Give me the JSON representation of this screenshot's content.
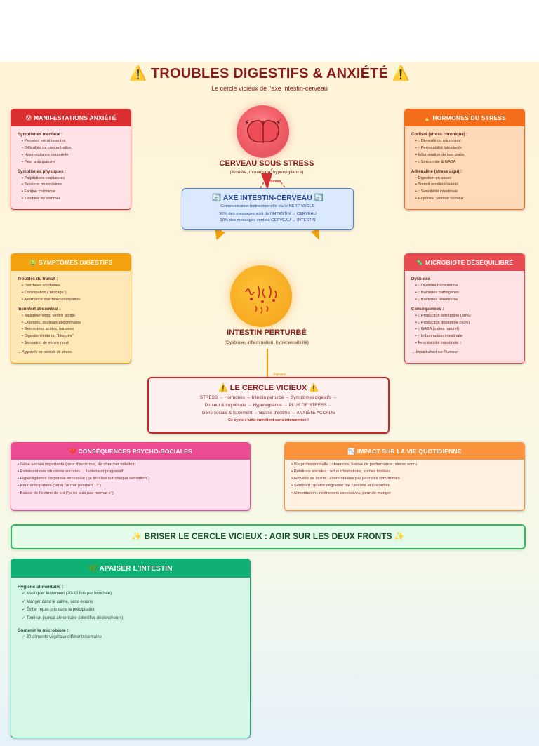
{
  "header": {
    "title": "⚠️ TROUBLES DIGESTIFS & ANXIÉTÉ ⚠️",
    "subtitle": "Le cercle vicieux de l'axe intestin-cerveau"
  },
  "brain": {
    "title": "CERVEAU SOUS STRESS",
    "subtitle": "(Anxiété, inquiétude, hypervigilance)",
    "arrow_label": "Stress"
  },
  "axis": {
    "title": "🔄 AXE INTESTIN-CERVEAU 🔄",
    "line1": "Communication bidirectionnelle via le NERF VAGUE",
    "line2": "90% des messages vont de l'INTESTIN → CERVEAU",
    "line3": "10% des messages vont du CERVEAU → INTESTIN"
  },
  "gut": {
    "title": "INTESTIN PERTURBÉ",
    "subtitle": "(Dysbiose, inflammation, hypersensibilité)",
    "arrow_label": "Signaux"
  },
  "anxiety": {
    "title": "😰 MANIFESTATIONS ANXIÉTÉ",
    "sec1": "Symptômes mentaux :",
    "items1": [
      "Pensées envahissantes",
      "Difficultés de concentration",
      "Hypervigilance corporelle",
      "Peur anticipatoire"
    ],
    "sec2": "Symptômes physiques :",
    "items2": [
      "Palpitations cardiaques",
      "Tensions musculaires",
      "Fatigue chronique",
      "Troubles du sommeil"
    ]
  },
  "hormones": {
    "title": "🔥 HORMONES DU STRESS",
    "sec1": "Cortisol (stress chronique) :",
    "items1": [
      "↓ Diversité du microbiote",
      "↑ Perméabilité intestinale",
      "Inflammation de bas grade",
      "↓ Sérotonine & GABA"
    ],
    "sec2": "Adrénaline (stress aigu) :",
    "items2": [
      "Digestion en pause",
      "Transit accéléré/ralenti",
      "↑ Sensibilité intestinale",
      "Réponse \"combat ou fuite\""
    ]
  },
  "digestive": {
    "title": "🤢 SYMPTÔMES DIGESTIFS",
    "sec1": "Troubles du transit :",
    "items1": [
      "Diarrhées soudaines",
      "Constipation (\"blocage\")",
      "Alternance diarrhée/constipation"
    ],
    "sec2": "Inconfort abdominal :",
    "items2": [
      "Ballonnements, ventre gonflé",
      "Crampes, douleurs abdominales",
      "Remontées acides, nausées",
      "Digestion lente ou \"bloquée\"",
      "Sensation de ventre noué"
    ],
    "note": "→ Aggravés en période de stress"
  },
  "microbiote": {
    "title": "🦠 MICROBIOTE DÉSÉQUILIBRÉ",
    "sec1": "Dysbiose :",
    "items1": [
      "↓ Diversité bactérienne",
      "↑ Bactéries pathogènes",
      "↓ Bactéries bénéfiques"
    ],
    "sec2": "Conséquences :",
    "items2": [
      "↓ Production sérotonine (90%)",
      "↓ Production dopamine (50%)",
      "↓ GABA (calme naturel)",
      "↑ Inflammation intestinale",
      "Perméabilité intestinale ↑"
    ],
    "note": "→ Impact direct sur l'humeur"
  },
  "vicious": {
    "title": "⚠️ LE CERCLE VICIEUX ⚠️",
    "line1": "STRESS → Hormones → Intestin perturbé → Symptômes digestifs →",
    "line2": "Douleur & Inquiétude → Hypervigilance → PLUS DE STRESS →",
    "line3": "Gêne sociale & Isolement → Baisse d'estime → ANXIÉTÉ ACCRUE",
    "caption": "Ce cycle s'auto-entretient sans intervention !"
  },
  "psycho": {
    "title": "💔 CONSÉQUENCES PSYCHO-SOCIALES",
    "items": [
      "Gêne sociale importante (peur d'avoir mal, de chercher toilettes)",
      "Évitement des situations sociales → Isolement progressif",
      "Hypervigilance corporelle excessive (\"je focalise sur chaque sensation\")",
      "Peur anticipatoire (\"et si j'ai mal pendant...?\")",
      "Baisse de l'estime de soi (\"je ne suis pas normal·e\")"
    ]
  },
  "daily": {
    "title": "📉 IMPACT SUR LA VIE QUOTIDIENNE",
    "items": [
      "Vie professionnelle : absences, baisse de performance, stress accru",
      "Relations sociales : refus d'invitations, sorties limitées",
      "Activités de loisirs : abandonnées par peur des symptômes",
      "Sommeil : qualité dégradée par l'anxiété et l'inconfort",
      "Alimentation : restrictions excessives, peur de manger"
    ]
  },
  "banner": {
    "text": "✨ BRISER LE CERCLE VICIEUX : AGIR SUR LES DEUX FRONTS ✨"
  },
  "gut_care": {
    "title": "🌿 APAISER L'INTESTIN",
    "sec1": "Hygiène alimentaire :",
    "items1": [
      "Mastiquer lentement (20-30 fois par bouchée)",
      "Manger dans le calme, sans écrans",
      "Éviter repas pris dans la précipitation",
      "Tenir un journal alimentaire (identifier déclencheurs)"
    ],
    "sec2": "Soutenir le microbiote :",
    "items2": [
      "30 aliments végétaux différents/semaine"
    ]
  },
  "colors": {
    "title": "#8b1a1a",
    "anxiety": "#dc2f32",
    "hormones": "#f36d1a",
    "digestive": "#f3a20e",
    "microbiote": "#e84a52",
    "axis": "#4a7fe0",
    "psycho": "#ec4b92",
    "daily": "#fb923c",
    "gut_care": "#10b074",
    "banner": "#2ebd5b"
  }
}
